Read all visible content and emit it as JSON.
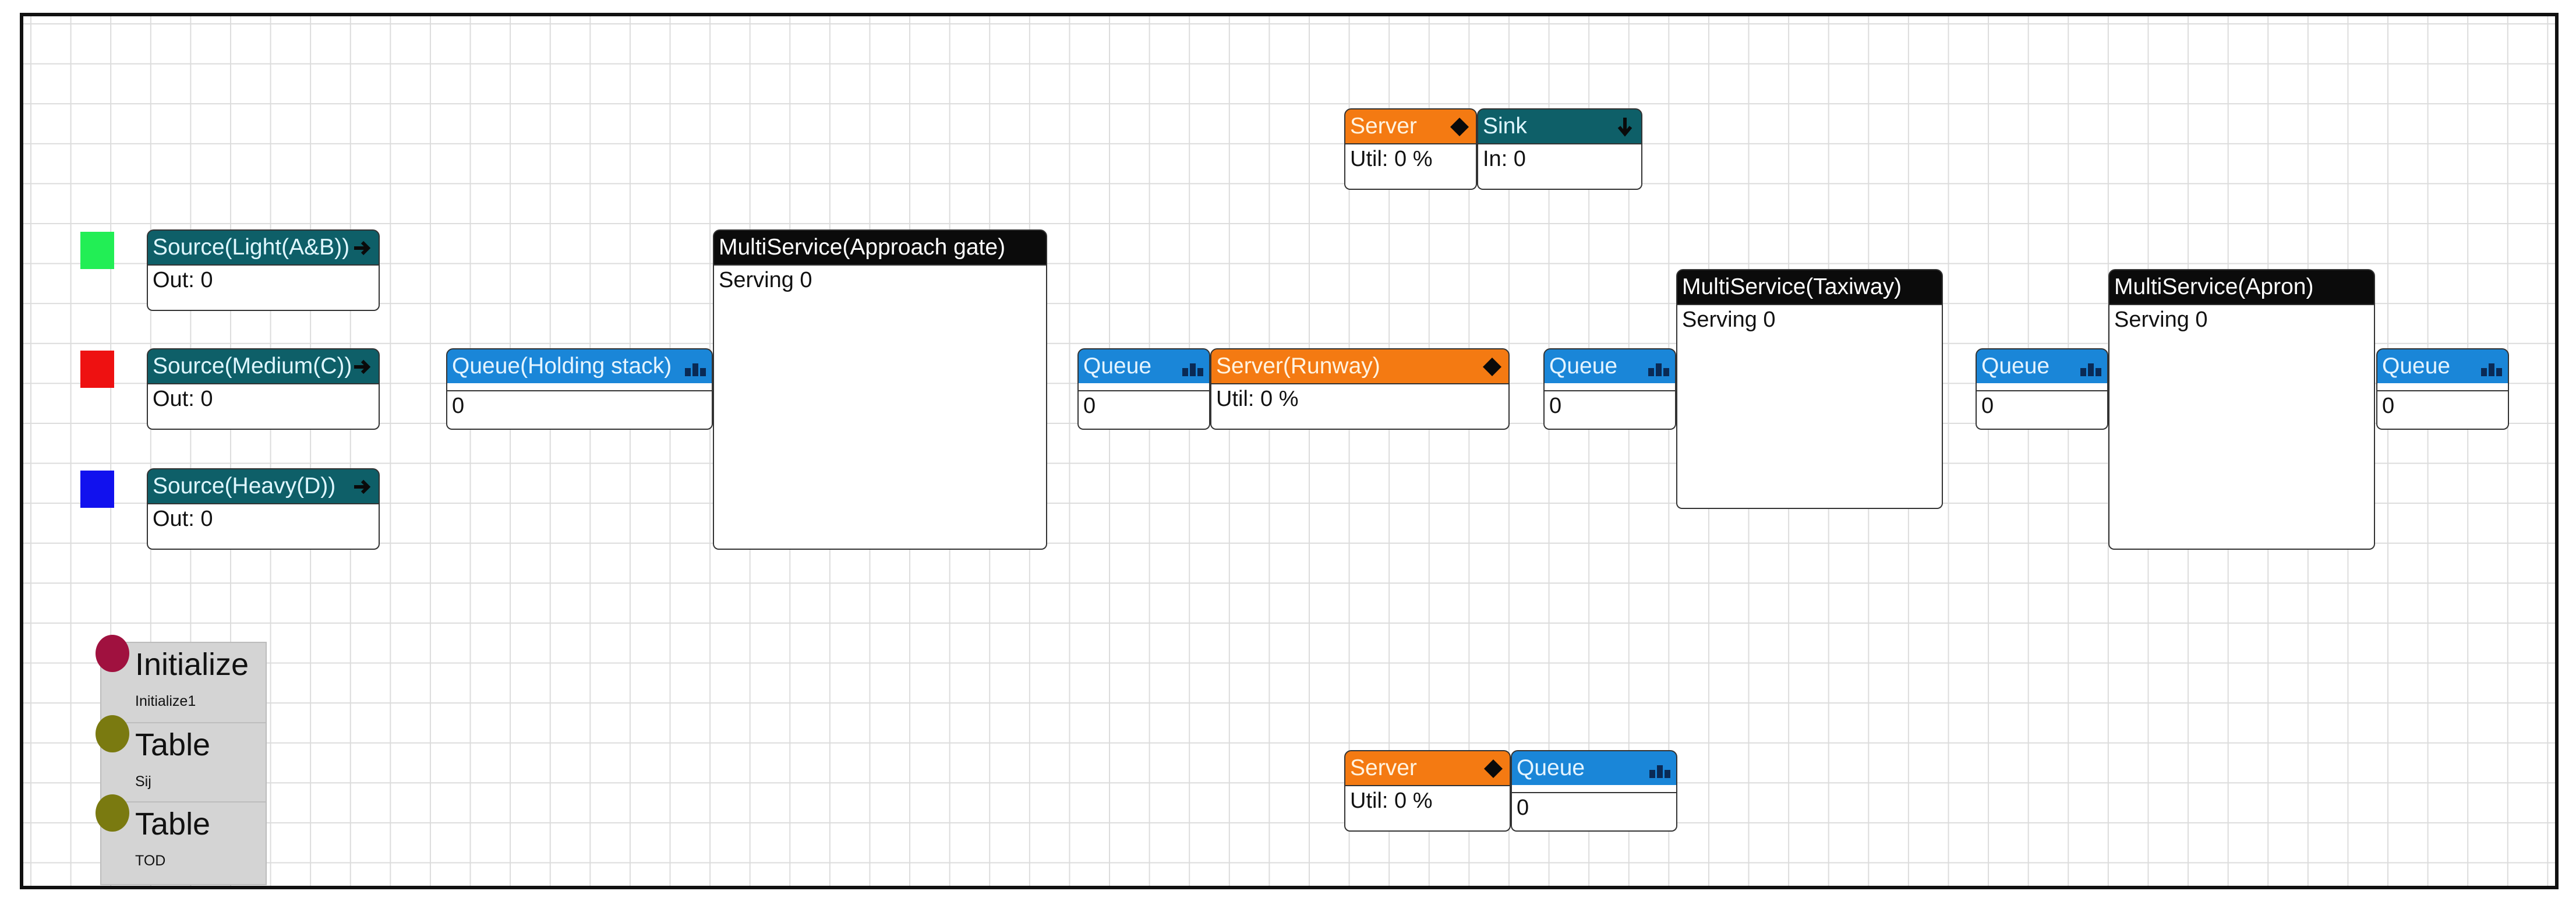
{
  "colors": {
    "source_light": "#22ee55",
    "source_medium": "#ee1111",
    "source_heavy": "#1111ee",
    "teal_header": "#0e5f68",
    "queue_header": "#1a86d8",
    "server_header": "#f47a12",
    "multiservice_header": "#0b0b0b",
    "initialize_dot": "#a0113f",
    "table_dot": "#7a7a10"
  },
  "sources": [
    {
      "title": "Source(Light(A&B))",
      "body": "Out: 0",
      "icon": "arrow-right-icon"
    },
    {
      "title": "Source(Medium(C))",
      "body": "Out: 0",
      "icon": "arrow-right-icon"
    },
    {
      "title": "Source(Heavy(D))",
      "body": "Out: 0",
      "icon": "arrow-right-icon"
    }
  ],
  "queue_holding": {
    "title": "Queue(Holding stack)",
    "body": "0",
    "icon": "queue-icon"
  },
  "multi_approach": {
    "title": "MultiService(Approach gate)",
    "body": "Serving 0"
  },
  "queue_1": {
    "title": "Queue",
    "body": "0"
  },
  "server_runway": {
    "title": "Server(Runway)",
    "body": "Util: 0 %",
    "icon": "diamond-icon"
  },
  "queue_2": {
    "title": "Queue",
    "body": "0"
  },
  "multi_taxiway": {
    "title": "MultiService(Taxiway)",
    "body": "Serving 0"
  },
  "queue_3": {
    "title": "Queue",
    "body": "0"
  },
  "multi_apron": {
    "title": "MultiService(Apron)",
    "body": "Serving 0"
  },
  "queue_4": {
    "title": "Queue",
    "body": "0"
  },
  "server_top": {
    "title": "Server",
    "body": "Util: 0 %"
  },
  "sink_top": {
    "title": "Sink",
    "body": "In: 0",
    "icon": "arrow-down-icon"
  },
  "server_bottom": {
    "title": "Server",
    "body": "Util: 0 %"
  },
  "queue_bottom": {
    "title": "Queue",
    "body": "0"
  },
  "panel": {
    "items": [
      {
        "name": "Initialize",
        "sub": "Initialize1"
      },
      {
        "name": "Table",
        "sub": "Sij"
      },
      {
        "name": "Table",
        "sub": "TOD"
      }
    ]
  }
}
